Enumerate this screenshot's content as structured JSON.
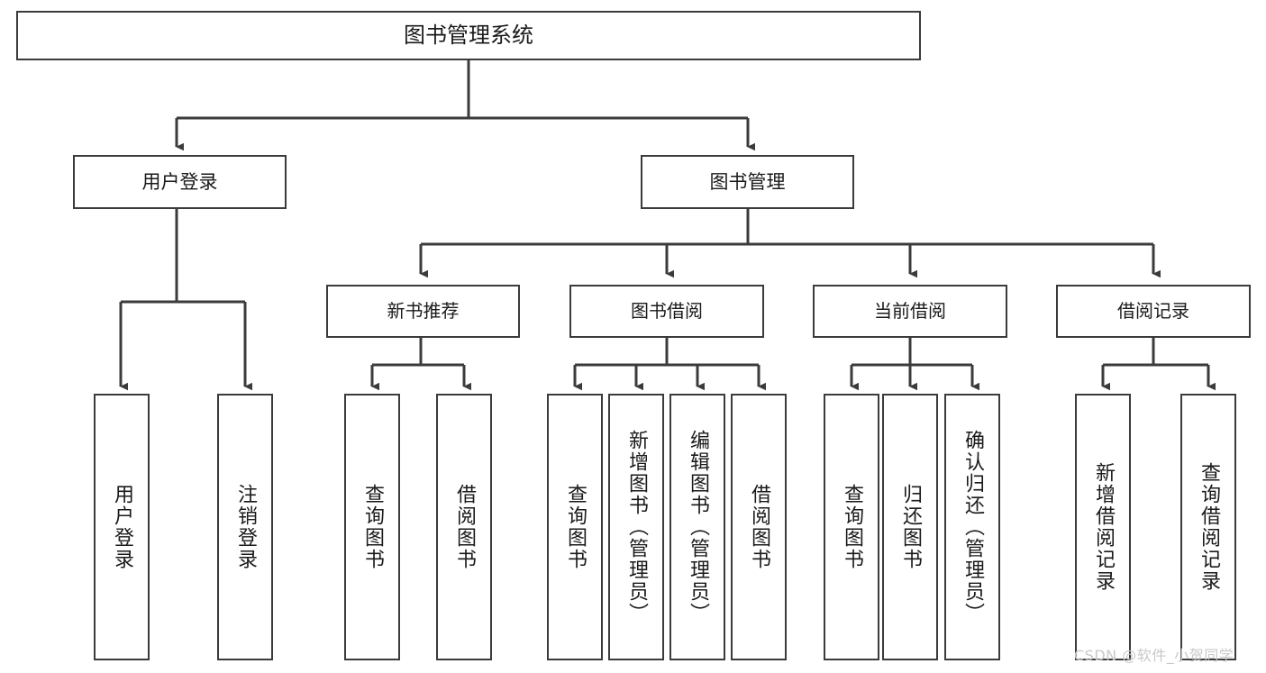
{
  "diagram": {
    "title": "图书管理系统",
    "type": "tree-hierarchy",
    "watermark": "CSDN @软件_小贺同学",
    "colors": {
      "background": "#ffffff",
      "box_border": "#3b3b3b",
      "box_fill": "#ffffff",
      "edge": "#3b3b3b",
      "text": "#1a1a1a",
      "watermark": "#c9c9c9"
    }
  },
  "nodes": {
    "root": {
      "label": "图书管理系统"
    },
    "level2": [
      {
        "id": "user-login",
        "label": "用户登录"
      },
      {
        "id": "book-manage",
        "label": "图书管理"
      }
    ],
    "level3": [
      {
        "id": "new-book-rec",
        "label": "新书推荐"
      },
      {
        "id": "book-borrow",
        "label": "图书借阅"
      },
      {
        "id": "current-borrow",
        "label": "当前借阅"
      },
      {
        "id": "borrow-record",
        "label": "借阅记录"
      }
    ],
    "leaves": {
      "user-login": [
        {
          "id": "leaf-user-login",
          "label": "用户登录"
        },
        {
          "id": "leaf-logout",
          "label": "注销登录"
        }
      ],
      "new-book-rec": [
        {
          "id": "leaf-query-book-1",
          "label": "查询图书"
        },
        {
          "id": "leaf-borrow-book-1",
          "label": "借阅图书"
        }
      ],
      "book-borrow": [
        {
          "id": "leaf-query-book-2",
          "label": "查询图书"
        },
        {
          "id": "leaf-add-book",
          "label": "新增图书（管理员）"
        },
        {
          "id": "leaf-edit-book",
          "label": "编辑图书（管理员）"
        },
        {
          "id": "leaf-borrow-book-2",
          "label": "借阅图书"
        }
      ],
      "current-borrow": [
        {
          "id": "leaf-query-book-3",
          "label": "查询图书"
        },
        {
          "id": "leaf-return-book",
          "label": "归还图书"
        },
        {
          "id": "leaf-confirm-return",
          "label": "确认归还（管理员）"
        }
      ],
      "borrow-record": [
        {
          "id": "leaf-add-record",
          "label": "新增借阅记录"
        },
        {
          "id": "leaf-query-record",
          "label": "查询借阅记录"
        }
      ]
    }
  }
}
